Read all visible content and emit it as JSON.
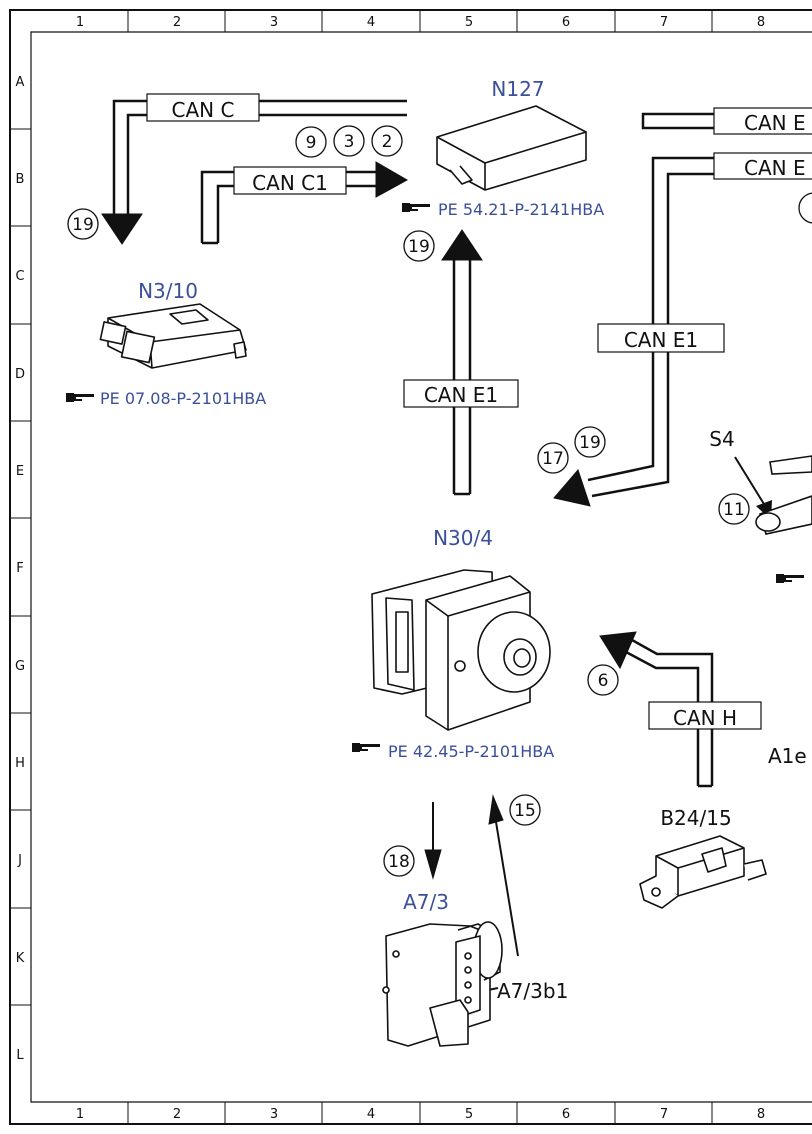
{
  "grid": {
    "columns": [
      "1",
      "2",
      "3",
      "4",
      "5",
      "6",
      "7",
      "8"
    ],
    "rows": [
      "A",
      "B",
      "C",
      "D",
      "E",
      "F",
      "G",
      "H",
      "J",
      "K",
      "L"
    ]
  },
  "components": {
    "n127": "N127",
    "n3_10": "N3/10",
    "n30_4": "N30/4",
    "a7_3": "A7/3",
    "b24_15": "B24/15",
    "s4": "S4",
    "a7_3b1": "A7/3b1",
    "a1e": "A1e"
  },
  "refs": {
    "n127": "PE 54.21-P-2141HBA",
    "n3_10": "PE 07.08-P-2101HBA",
    "n30_4": "PE 42.45-P-2101HBA"
  },
  "bus_labels": {
    "can_c": "CAN C",
    "can_c1": "CAN C1",
    "can_e1_center": "CAN E1",
    "can_e1_right": "CAN E1",
    "can_h": "CAN H",
    "can_e_top1": "CAN E",
    "can_e_top2": "CAN E"
  },
  "callouts": {
    "c9": "9",
    "c3": "3",
    "c2": "2",
    "c19_left": "19",
    "c19_center": "19",
    "c19_right": "19",
    "c17": "17",
    "c11": "11",
    "c6": "6",
    "c15": "15",
    "c18": "18"
  },
  "colors": {
    "component_label": "#3b4f9a",
    "line": "#111111"
  }
}
